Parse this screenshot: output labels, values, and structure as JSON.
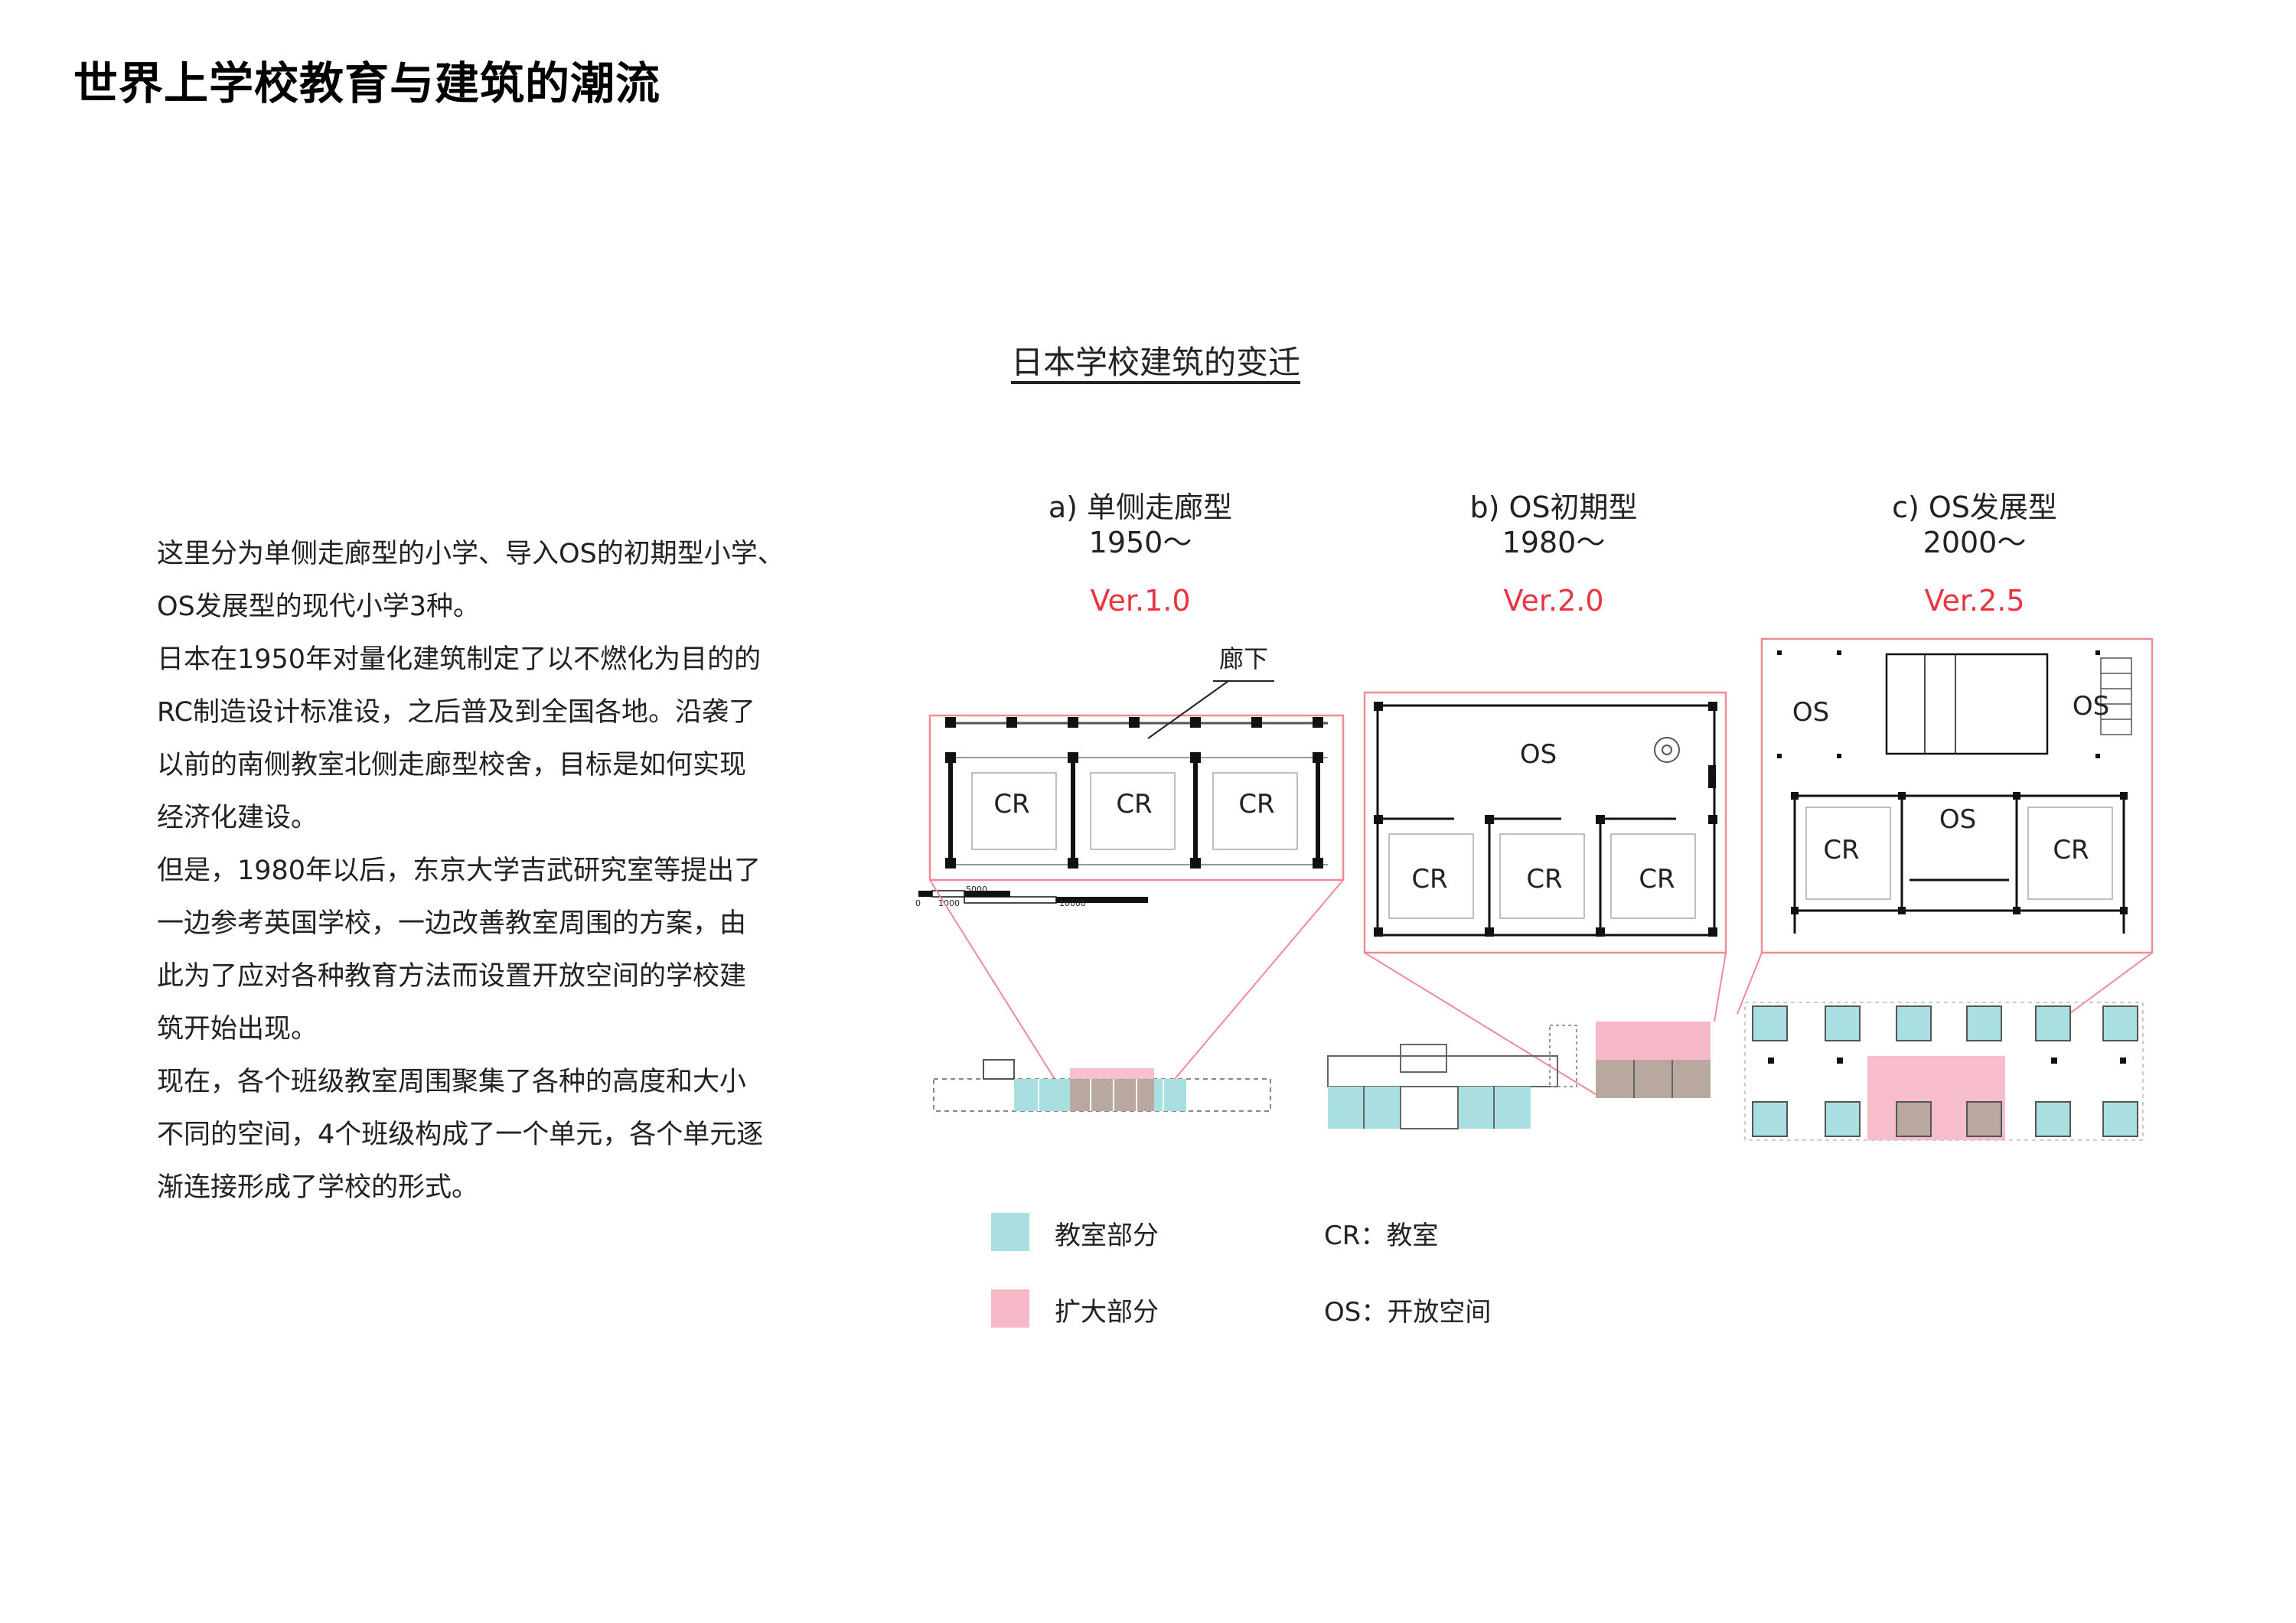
{
  "page_title": "世界上学校教育与建筑的潮流",
  "diagram_title": "日本学校建筑的变迁",
  "body_paragraphs": [
    "这里分为单侧走廊型的小学、导入OS的初期型小学、",
    "OS发展型的现代小学3种。",
    "日本在1950年对量化建筑制定了以不燃化为目的的",
    "RC制造设计标准设，之后普及到全国各地。沿袭了",
    "以前的南侧教室北侧走廊型校舍，目标是如何实现",
    "经济化建设。",
    "但是，1980年以后，东京大学吉武研究室等提出了",
    "一边参考英国学校，一边改善教室周围的方案，由",
    "此为了应对各种教育方法而设置开放空间的学校建",
    "筑开始出现。",
    "现在，各个班级教室周围聚集了各种的高度和大小",
    "不同的空间，4个班级构成了一个单元，各个单元逐",
    "渐连接形成了学校的形式。"
  ],
  "types": [
    {
      "label": "a)  单侧走廊型",
      "year": "1950〜",
      "version": "Ver.1.0"
    },
    {
      "label": "b) OS初期型",
      "year": "1980〜",
      "version": "Ver.2.0"
    },
    {
      "label": "c) OS发展型",
      "year": "2000〜",
      "version": "Ver.2.5"
    }
  ],
  "plan_labels": {
    "corridor": "廊下",
    "classroom": "CR",
    "open_space": "OS"
  },
  "scale_bar": {
    "labels": [
      "0",
      "1000",
      "5000",
      "10000"
    ]
  },
  "legend": {
    "classroom_part": "教室部分",
    "expanded_part": "扩大部分",
    "cr_def": "CR：教室",
    "os_def": "OS：开放空间"
  },
  "colors": {
    "classroom": "#a9dfe0",
    "expanded": "#f7b9c7",
    "overlap": "#b9a89f",
    "frame": "#f08a96",
    "version": "#e8353f"
  }
}
